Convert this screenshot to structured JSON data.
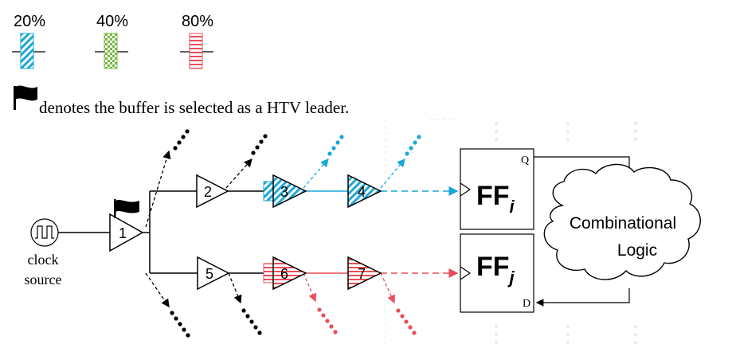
{
  "legend": {
    "items": [
      {
        "label": "20%",
        "pattern": "diagonal-stripes-blue",
        "color": "#1aa7d6"
      },
      {
        "label": "40%",
        "pattern": "checkerboard-green",
        "color": "#77b843"
      },
      {
        "label": "80%",
        "pattern": "horizontal-stripes-red",
        "color": "#e94f5a"
      }
    ],
    "flag_icon": "black-flag-icon",
    "note": "denotes the buffer is selected as a HTV leader."
  },
  "clock": {
    "icon": "square-wave-icon",
    "label_line1": "clock",
    "label_line2": "source"
  },
  "buffers": [
    {
      "id": "1",
      "fill": "none",
      "leader": true
    },
    {
      "id": "2",
      "fill": "none"
    },
    {
      "id": "3",
      "fill": "diagonal-stripes-blue"
    },
    {
      "id": "4",
      "fill": "diagonal-stripes-blue"
    },
    {
      "id": "5",
      "fill": "none"
    },
    {
      "id": "6",
      "fill": "horizontal-stripes-red"
    },
    {
      "id": "7",
      "fill": "horizontal-stripes-red"
    }
  ],
  "flipflops": [
    {
      "name": "FF",
      "sub": "i",
      "pin": "Q"
    },
    {
      "name": "FF",
      "sub": "j",
      "pin": "D"
    }
  ],
  "logic": {
    "line1": "Combinational",
    "line2": "Logic"
  },
  "colors": {
    "blue": "#1aa7d6",
    "red": "#e94f5a",
    "green": "#77b843",
    "black": "#000000"
  }
}
